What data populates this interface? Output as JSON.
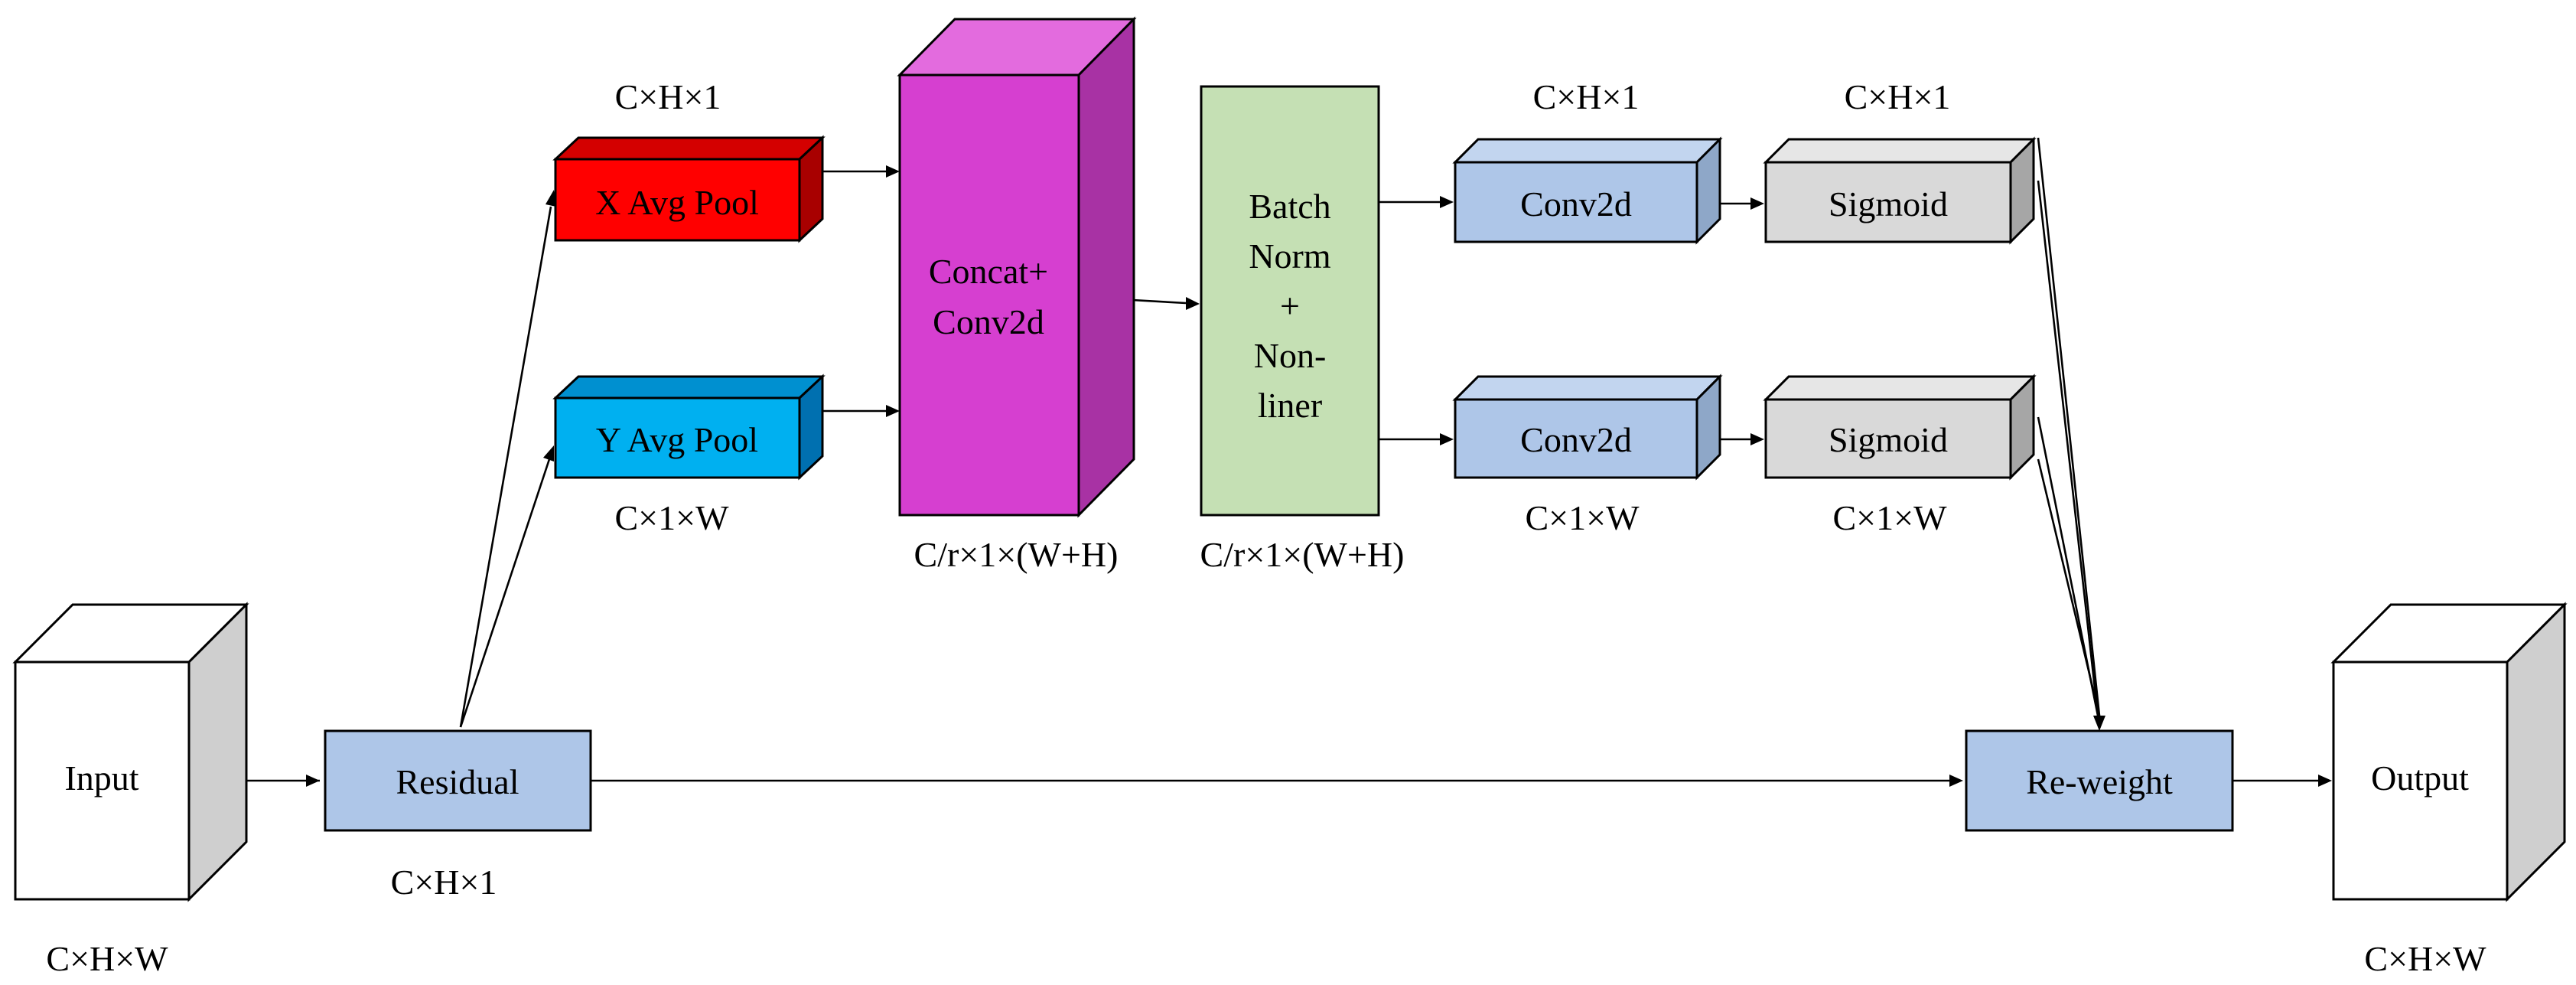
{
  "nodes": {
    "input": {
      "label": "Input",
      "dim": "C×H×W"
    },
    "residual": {
      "label": "Residual",
      "dim": "C×H×1"
    },
    "x_pool": {
      "label": "X Avg Pool",
      "dim": "C×H×1"
    },
    "y_pool": {
      "label": "Y Avg Pool",
      "dim": "C×1×W"
    },
    "concat": {
      "label_lines": [
        "Concat+",
        "Conv2d"
      ],
      "dim": "C/r×1×(W+H)"
    },
    "batchnorm": {
      "label_lines": [
        "Batch",
        "Norm",
        "+",
        "Non-",
        "liner"
      ],
      "dim": "C/r×1×(W+H)"
    },
    "conv_top": {
      "label": "Conv2d",
      "dim": "C×H×1"
    },
    "conv_bot": {
      "label": "Conv2d",
      "dim": "C×1×W"
    },
    "sig_top": {
      "label": "Sigmoid",
      "dim": "C×H×1"
    },
    "sig_bot": {
      "label": "Sigmoid",
      "dim": "C×1×W"
    },
    "reweight": {
      "label": "Re-weight"
    },
    "output": {
      "label": "Output",
      "dim": "C×H×W"
    }
  },
  "colors": {
    "red_front": "#ff0000",
    "red_top": "#d40000",
    "red_side": "#a80000",
    "blue_front": "#00b0f0",
    "blue_top": "#0090d0",
    "blue_side": "#0070b0",
    "magenta_front": "#d63fd0",
    "magenta_top": "#e36bde",
    "magenta_side": "#a832a4",
    "green": "#c5e0b4",
    "lightblue": "#aec6e8",
    "lightblue_top": "#c2d5ef",
    "lightblue_side": "#8ea7c8",
    "gray_front": "#d9d9d9",
    "gray_top": "#e6e6e6",
    "gray_side": "#a6a6a6",
    "white": "#ffffff",
    "cube_side": "#cfcfcf"
  }
}
